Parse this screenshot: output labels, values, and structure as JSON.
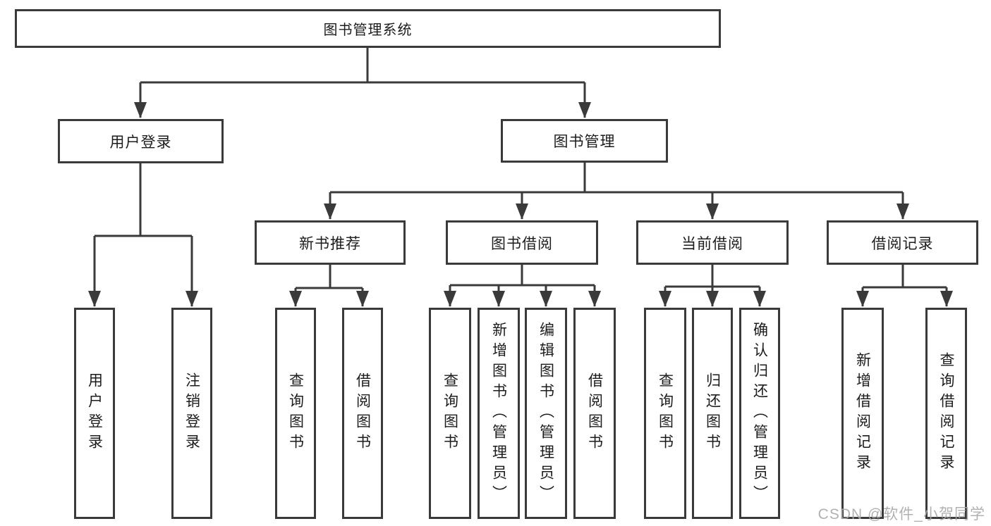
{
  "diagram": {
    "tree": {
      "root": {
        "label": "图书管理系统"
      },
      "branches": [
        {
          "label": "用户登录",
          "children": [
            {
              "label": "用户登录"
            },
            {
              "label": "注销登录"
            }
          ]
        },
        {
          "label": "图书管理",
          "children": [
            {
              "label": "新书推荐",
              "children": [
                {
                  "label": "查询图书"
                },
                {
                  "label": "借阅图书"
                }
              ]
            },
            {
              "label": "图书借阅",
              "children": [
                {
                  "label": "查询图书"
                },
                {
                  "label": "新增图书（管理员）"
                },
                {
                  "label": "编辑图书（管理员）"
                },
                {
                  "label": "借阅图书"
                }
              ]
            },
            {
              "label": "当前借阅",
              "children": [
                {
                  "label": "查询图书"
                },
                {
                  "label": "归还图书"
                },
                {
                  "label": "确认归还（管理员）"
                }
              ]
            },
            {
              "label": "借阅记录",
              "children": [
                {
                  "label": "新增借阅记录"
                },
                {
                  "label": "查询借阅记录"
                }
              ]
            }
          ]
        }
      ]
    },
    "colors": {
      "line": "#3a3a3a",
      "box_border": "#3a3a3a",
      "text": "#1c1c1c",
      "background": "#ffffff",
      "watermark": "#a9a9a9"
    }
  },
  "watermark": {
    "text": "CSDN @软件_小贺同学"
  }
}
